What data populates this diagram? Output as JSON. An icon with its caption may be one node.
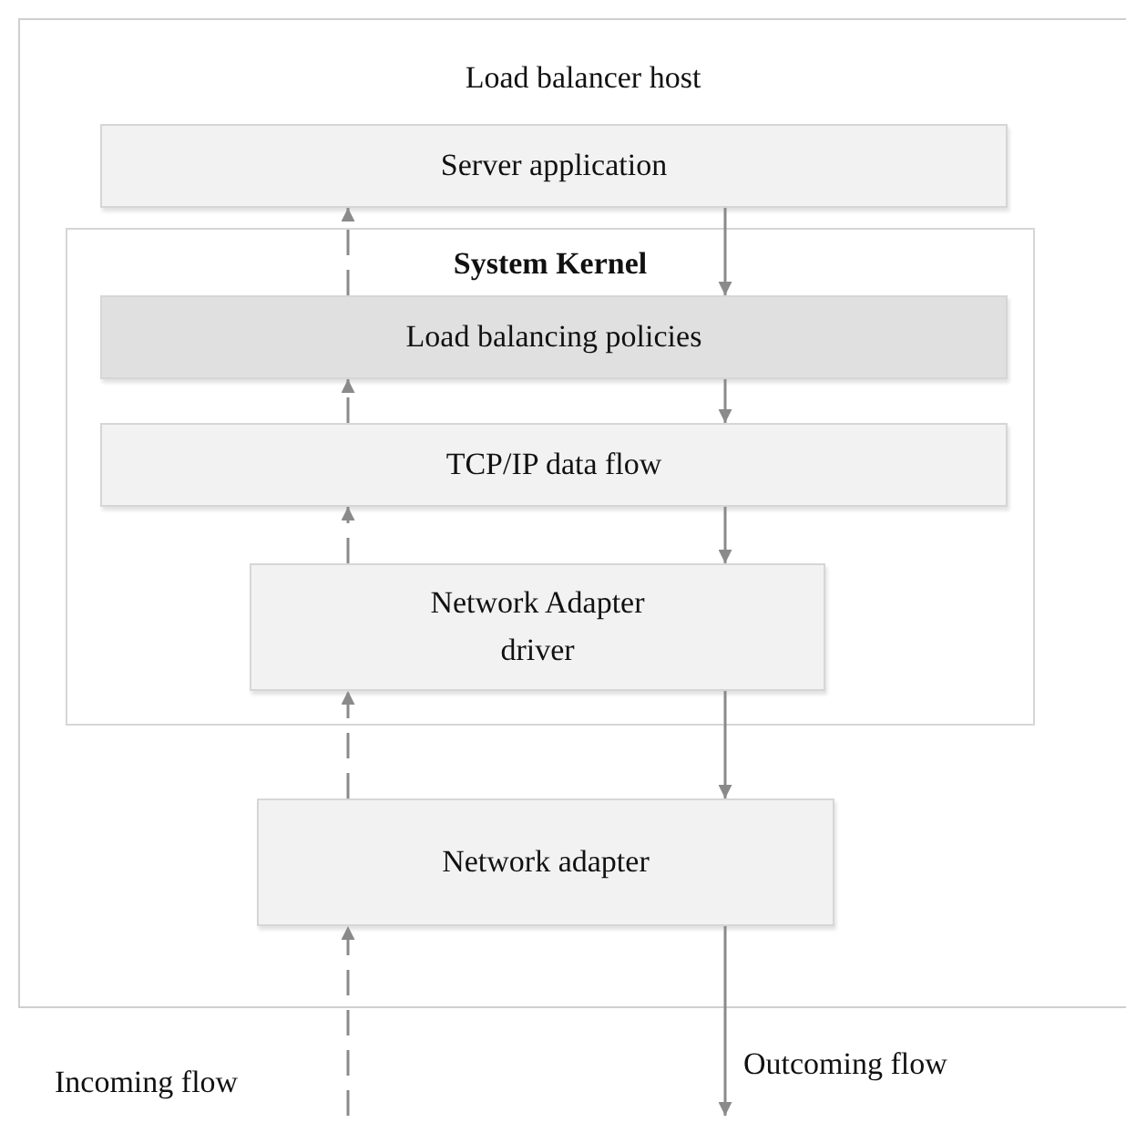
{
  "diagram": {
    "nodes": [
      {
        "text": [
          "Load balancer host"
        ]
      },
      {
        "text": [
          "Server application"
        ],
        "in": 0
      },
      {
        "text": [
          "System Kernel"
        ],
        "in": 0
      },
      {
        "text": [
          "Load balancing policies"
        ],
        "in": 2
      },
      {
        "text": [
          "TCP/IP data flow"
        ],
        "in": 2
      },
      {
        "text": [
          "Network Adapter driver"
        ],
        "in": 2
      },
      {
        "text": [
          "Network adapter"
        ],
        "in": 0
      }
    ],
    "edges": [
      {
        "from": null,
        "to": 6,
        "arrow": "to",
        "style": "dashed",
        "label": "Incoming flow"
      },
      {
        "from": 6,
        "to": 5,
        "arrow": "to",
        "style": "dashed"
      },
      {
        "from": 5,
        "to": 4,
        "arrow": "to",
        "style": "dashed"
      },
      {
        "from": 4,
        "to": 3,
        "arrow": "to",
        "style": "dashed"
      },
      {
        "from": 3,
        "to": 1,
        "arrow": "to",
        "style": "dashed"
      },
      {
        "from": 1,
        "to": 3,
        "arrow": "to"
      },
      {
        "from": 3,
        "to": 4,
        "arrow": "to"
      },
      {
        "from": 4,
        "to": 5,
        "arrow": "to"
      },
      {
        "from": 5,
        "to": 6,
        "arrow": "to"
      },
      {
        "from": 6,
        "to": null,
        "arrow": "to",
        "label": "Outcoming flow"
      }
    ]
  }
}
